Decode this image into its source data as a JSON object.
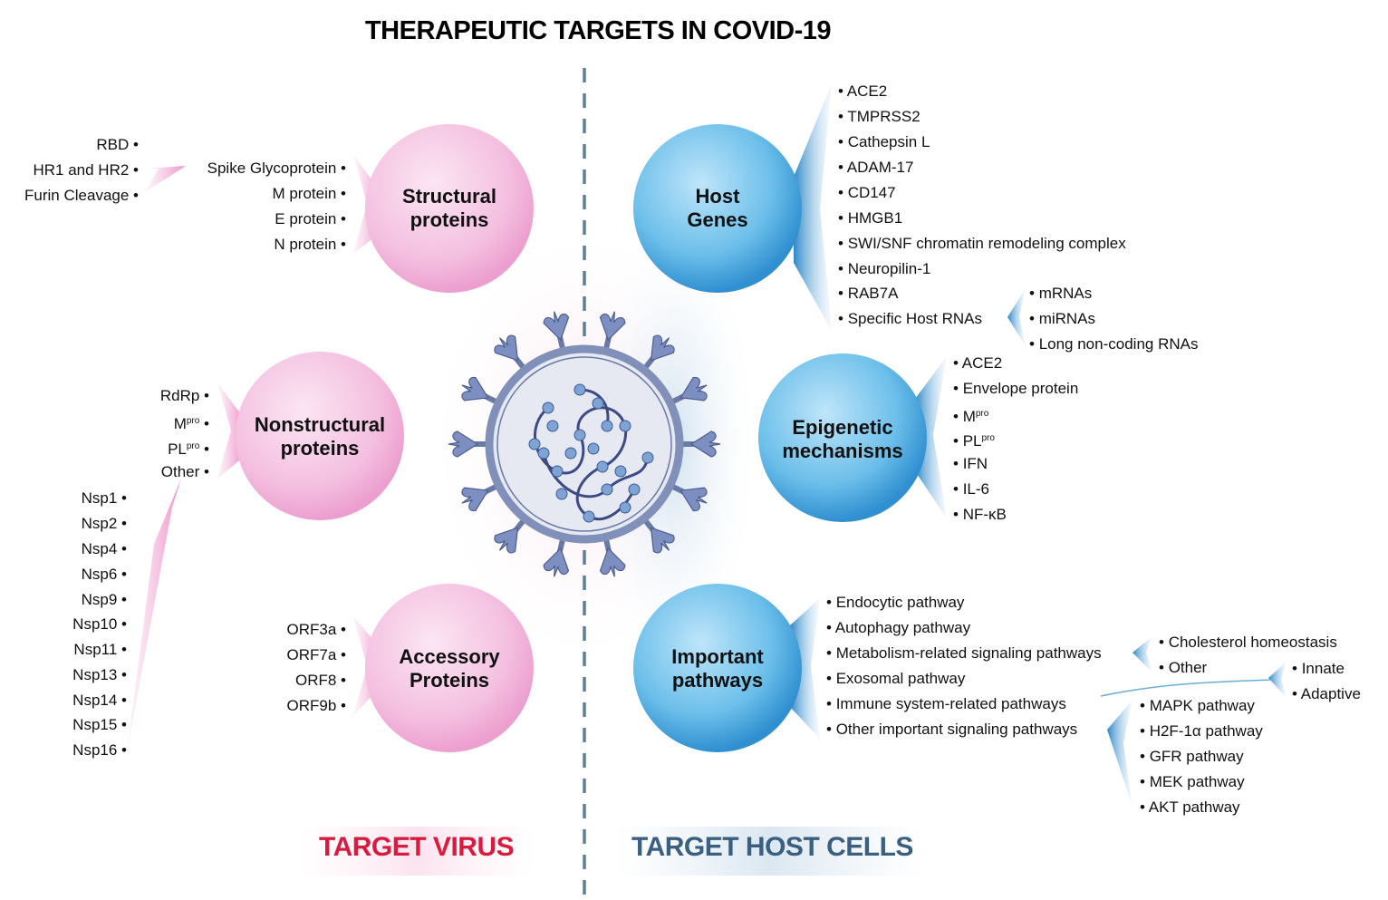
{
  "title": "THERAPEUTIC TARGETS IN COVID-19",
  "footer": {
    "left": "TARGET VIRUS",
    "right": "TARGET HOST CELLS"
  },
  "colors": {
    "virus_accent": "#d81b3f",
    "host_accent": "#3a5f80",
    "pink": "#f3b6dc",
    "blue": "#3a9fd6"
  },
  "structural": {
    "label_1": "Structural",
    "label_2": "proteins",
    "spike_subitems": [
      "RBD",
      "HR1 and HR2",
      "Furin Cleavage"
    ],
    "items": [
      "Spike Glycoprotein",
      "M protein",
      "E protein",
      "N protein"
    ]
  },
  "nonstructural": {
    "label_1": "Nonstructural",
    "label_2": "proteins",
    "items": {
      "rdrp": "RdRp",
      "mpro_base": "M",
      "mpro_sup": "pro",
      "plpro_base": "PL",
      "plpro_sup": "pro",
      "other": "Other"
    },
    "nsp": [
      "Nsp1",
      "Nsp2",
      "Nsp4",
      "Nsp6",
      "Nsp9",
      "Nsp10",
      "Nsp11",
      "Nsp13",
      "Nsp14",
      "Nsp15",
      "Nsp16"
    ]
  },
  "accessory": {
    "label_1": "Accessory",
    "label_2": "Proteins",
    "items": [
      "ORF3a",
      "ORF7a",
      "ORF8",
      "ORF9b"
    ]
  },
  "host_genes": {
    "label_1": "Host",
    "label_2": "Genes",
    "items": [
      "ACE2",
      "TMPRSS2",
      "Cathepsin L",
      "ADAM-17",
      "CD147",
      "HMGB1",
      "SWI/SNF chromatin remodeling complex",
      "Neuropilin-1",
      "RAB7A",
      "Specific Host RNAs"
    ],
    "rna_items": [
      "mRNAs",
      "miRNAs",
      "Long non-coding RNAs"
    ]
  },
  "epigenetic": {
    "label_1": "Epigenetic",
    "label_2": "mechanisms",
    "items": {
      "ace2": "ACE2",
      "envelope": "Envelope protein",
      "mpro_base": "M",
      "mpro_sup": "pro",
      "plpro_base": "PL",
      "plpro_sup": "pro",
      "ifn": "IFN",
      "il6": "IL-6",
      "nfkb": "NF-κB"
    }
  },
  "pathways": {
    "label_1": "Important",
    "label_2": "pathways",
    "items": [
      "Endocytic pathway",
      "Autophagy pathway",
      "Metabolism-related signaling pathways",
      "Exosomal pathway",
      "Immune system-related pathways",
      "Other important signaling pathways"
    ],
    "metabolism_items": [
      "Cholesterol homeostasis",
      "Other"
    ],
    "immune_items": [
      "Innate",
      "Adaptive"
    ],
    "signaling_items": [
      "MAPK pathway",
      "H2F-1α pathway",
      "GFR  pathway",
      "MEK pathway",
      "AKT pathway"
    ]
  }
}
